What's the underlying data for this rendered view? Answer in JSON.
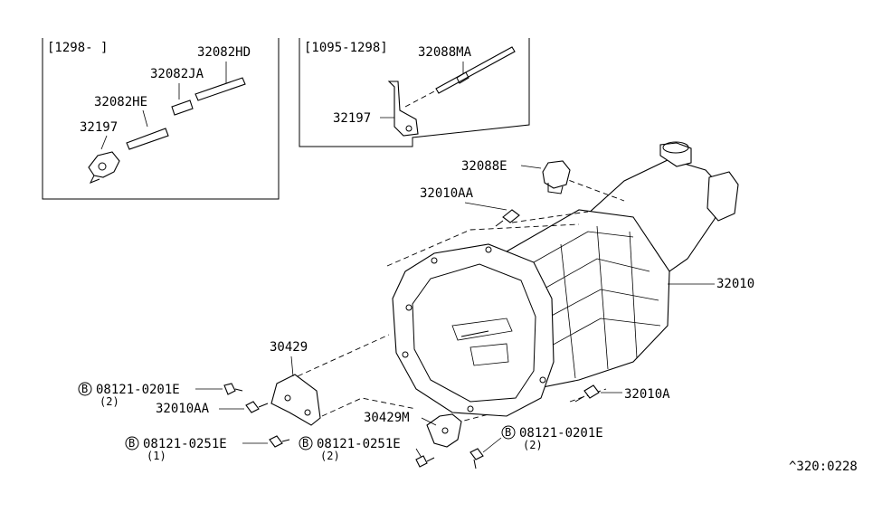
{
  "inset_left": {
    "bracket": "[1298-    ]",
    "labels": [
      "32082HD",
      "32082JA",
      "32082HE",
      "32197"
    ]
  },
  "inset_right": {
    "bracket": "[1095-1298]",
    "labels": [
      "32088MA",
      "32197"
    ]
  },
  "parts": {
    "p32088E": "32088E",
    "p32010AA_top": "32010AA",
    "p32010": "32010",
    "p30429": "30429",
    "p32010A": "32010A",
    "p32010AA_bot": "32010AA",
    "p30429M": "30429M"
  },
  "bolts": [
    {
      "badge": "B",
      "number": "08121-0201E",
      "qty": "(2)"
    },
    {
      "badge": "B",
      "number": "08121-0251E",
      "qty": "(1)"
    },
    {
      "badge": "B",
      "number": "08121-0251E",
      "qty": "(2)"
    },
    {
      "badge": "B",
      "number": "08121-0201E",
      "qty": "(2)"
    }
  ],
  "diagram_code": "^320:0228"
}
